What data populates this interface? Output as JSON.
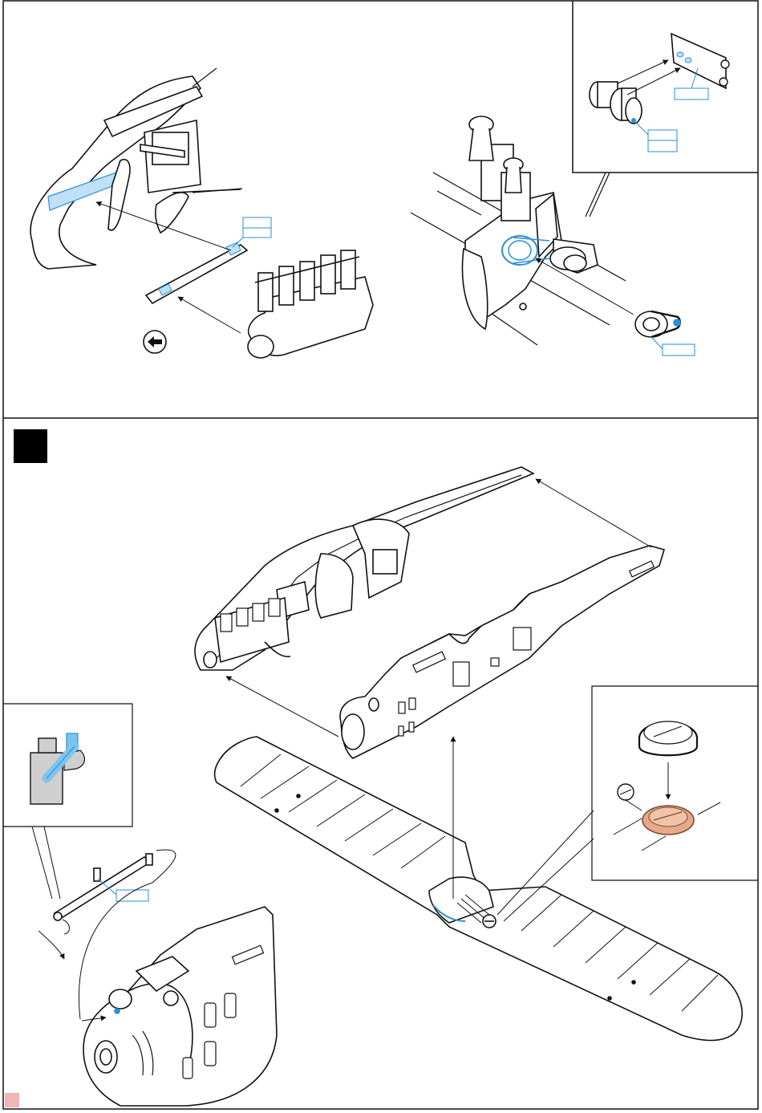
{
  "step": {
    "number": ""
  },
  "callouts": [
    {
      "id": "callout-fuselage-strip",
      "text": ""
    },
    {
      "id": "callout-bracket-plate",
      "text": ""
    },
    {
      "id": "callout-cylinder-part",
      "text": ""
    },
    {
      "id": "callout-pulley-belt",
      "text": ""
    },
    {
      "id": "callout-lever-arm",
      "text": ""
    }
  ],
  "colors": {
    "line": "#111111",
    "photoetch_blue": "#2a8fd6",
    "photoetch_fill": "#bfe0f7",
    "copper": "#e8a98a",
    "grey_part": "#cfcfcf",
    "step_badge": "#000000"
  },
  "icons": [
    "view-direction-arrow-icon"
  ]
}
